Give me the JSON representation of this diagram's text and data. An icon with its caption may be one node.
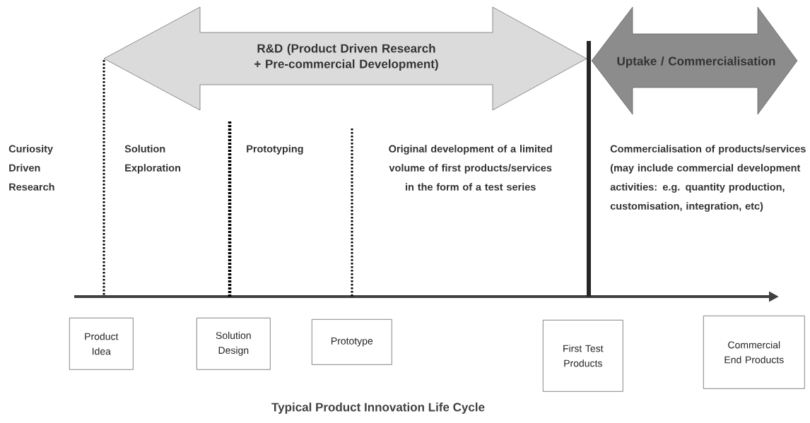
{
  "diagram": {
    "caption": "Typical Product Innovation Life Cycle",
    "nodes": [
      {
        "text": [
          "R&D (Product Driven Research + Pre-commercial Development)"
        ]
      },
      {
        "text": [
          "Uptake / Commercialisation"
        ]
      },
      {
        "text": [
          "Product Idea"
        ]
      },
      {
        "text": [
          "Solution Design"
        ]
      },
      {
        "text": [
          "Prototype"
        ]
      },
      {
        "text": [
          "First Test Products"
        ]
      },
      {
        "text": [
          "Commercial End Products"
        ]
      }
    ],
    "labels": [
      "Curiosity Driven Research",
      "Solution Exploration",
      "Prototyping",
      "Original development of a limited volume of first products/services in the form of a test series",
      "Commercialisation of products/services (may include commercial development activities: e.g. quantity production, customisation, integration, etc)"
    ]
  }
}
